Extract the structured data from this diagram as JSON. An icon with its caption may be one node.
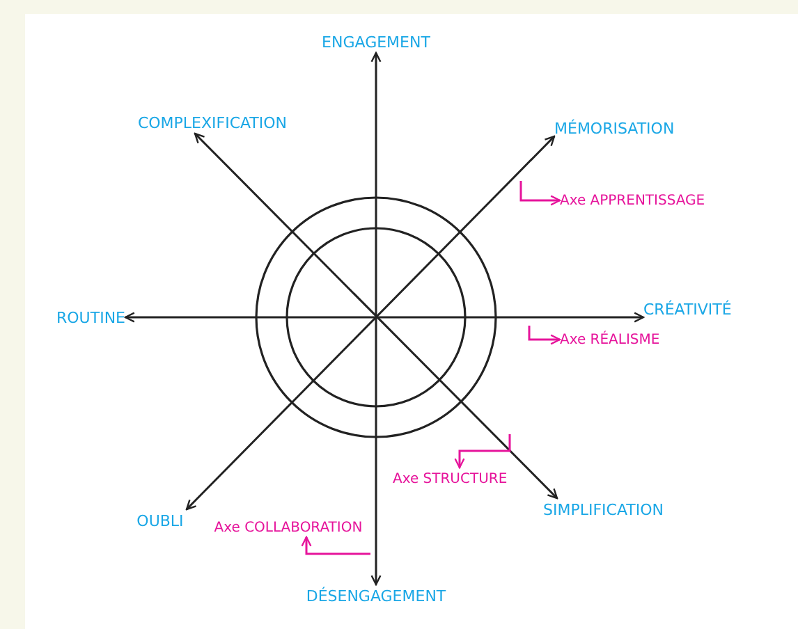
{
  "diagram": {
    "nodes": [
      {
        "text": [
          "ENGAGEMENT"
        ]
      },
      {
        "text": [
          "COMPLEXIFICATION"
        ]
      },
      {
        "text": [
          "MÉMORISATION"
        ]
      },
      {
        "text": [
          "Axe APPRENTISSAGE"
        ]
      },
      {
        "text": [
          "ROUTINE"
        ]
      },
      {
        "text": [
          "CRÉATIVITÉ"
        ]
      },
      {
        "text": [
          "Axe RÉALISME"
        ]
      },
      {
        "text": [
          "Axe COLLABORATION"
        ]
      },
      {
        "text": [
          "Axe STRUCTURE"
        ]
      },
      {
        "text": [
          "OUBLI"
        ]
      },
      {
        "text": [
          "SIMPLIFICATION"
        ]
      },
      {
        "text": [
          "DÉSENGAGEMENT"
        ]
      }
    ],
    "edges": [
      {
        "from": 0,
        "to": 11,
        "arrow": "both"
      },
      {
        "from": 1,
        "to": 10,
        "arrow": "both"
      },
      {
        "from": 2,
        "to": 9,
        "arrow": "both"
      },
      {
        "from": 4,
        "to": 5,
        "arrow": "both"
      },
      {
        "from": null,
        "to": 3,
        "arrow": "to",
        "color": "#e6149b"
      },
      {
        "from": null,
        "to": 6,
        "arrow": "to",
        "color": "#e6149b"
      },
      {
        "from": null,
        "to": 7,
        "arrow": "to",
        "color": "#e6149b"
      },
      {
        "from": null,
        "to": 8,
        "arrow": "to",
        "color": "#e6149b"
      }
    ]
  }
}
